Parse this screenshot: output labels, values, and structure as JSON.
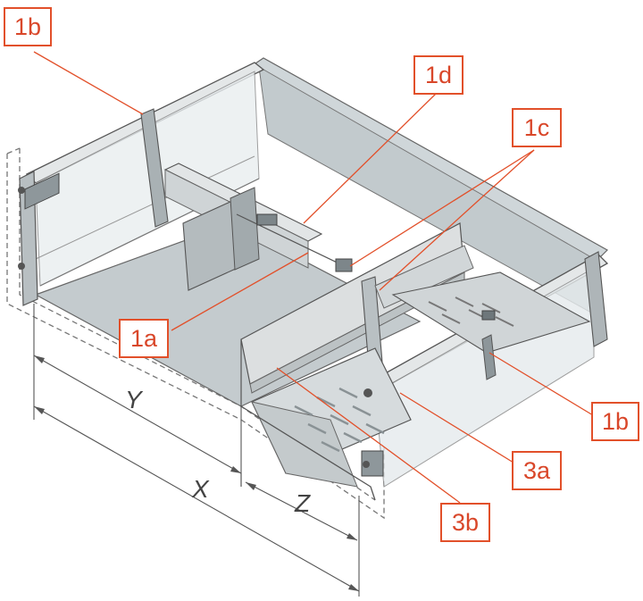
{
  "callouts": {
    "c1b_top": "1b",
    "c1d": "1d",
    "c1c": "1c",
    "c1a": "1a",
    "c1b_right": "1b",
    "c3a": "3a",
    "c3b": "3b"
  },
  "dimensions": {
    "y": "Y",
    "x": "X",
    "z": "Z"
  },
  "colors": {
    "accent": "#e2502a",
    "panel": "#c9d0d3",
    "outline": "#555555"
  }
}
